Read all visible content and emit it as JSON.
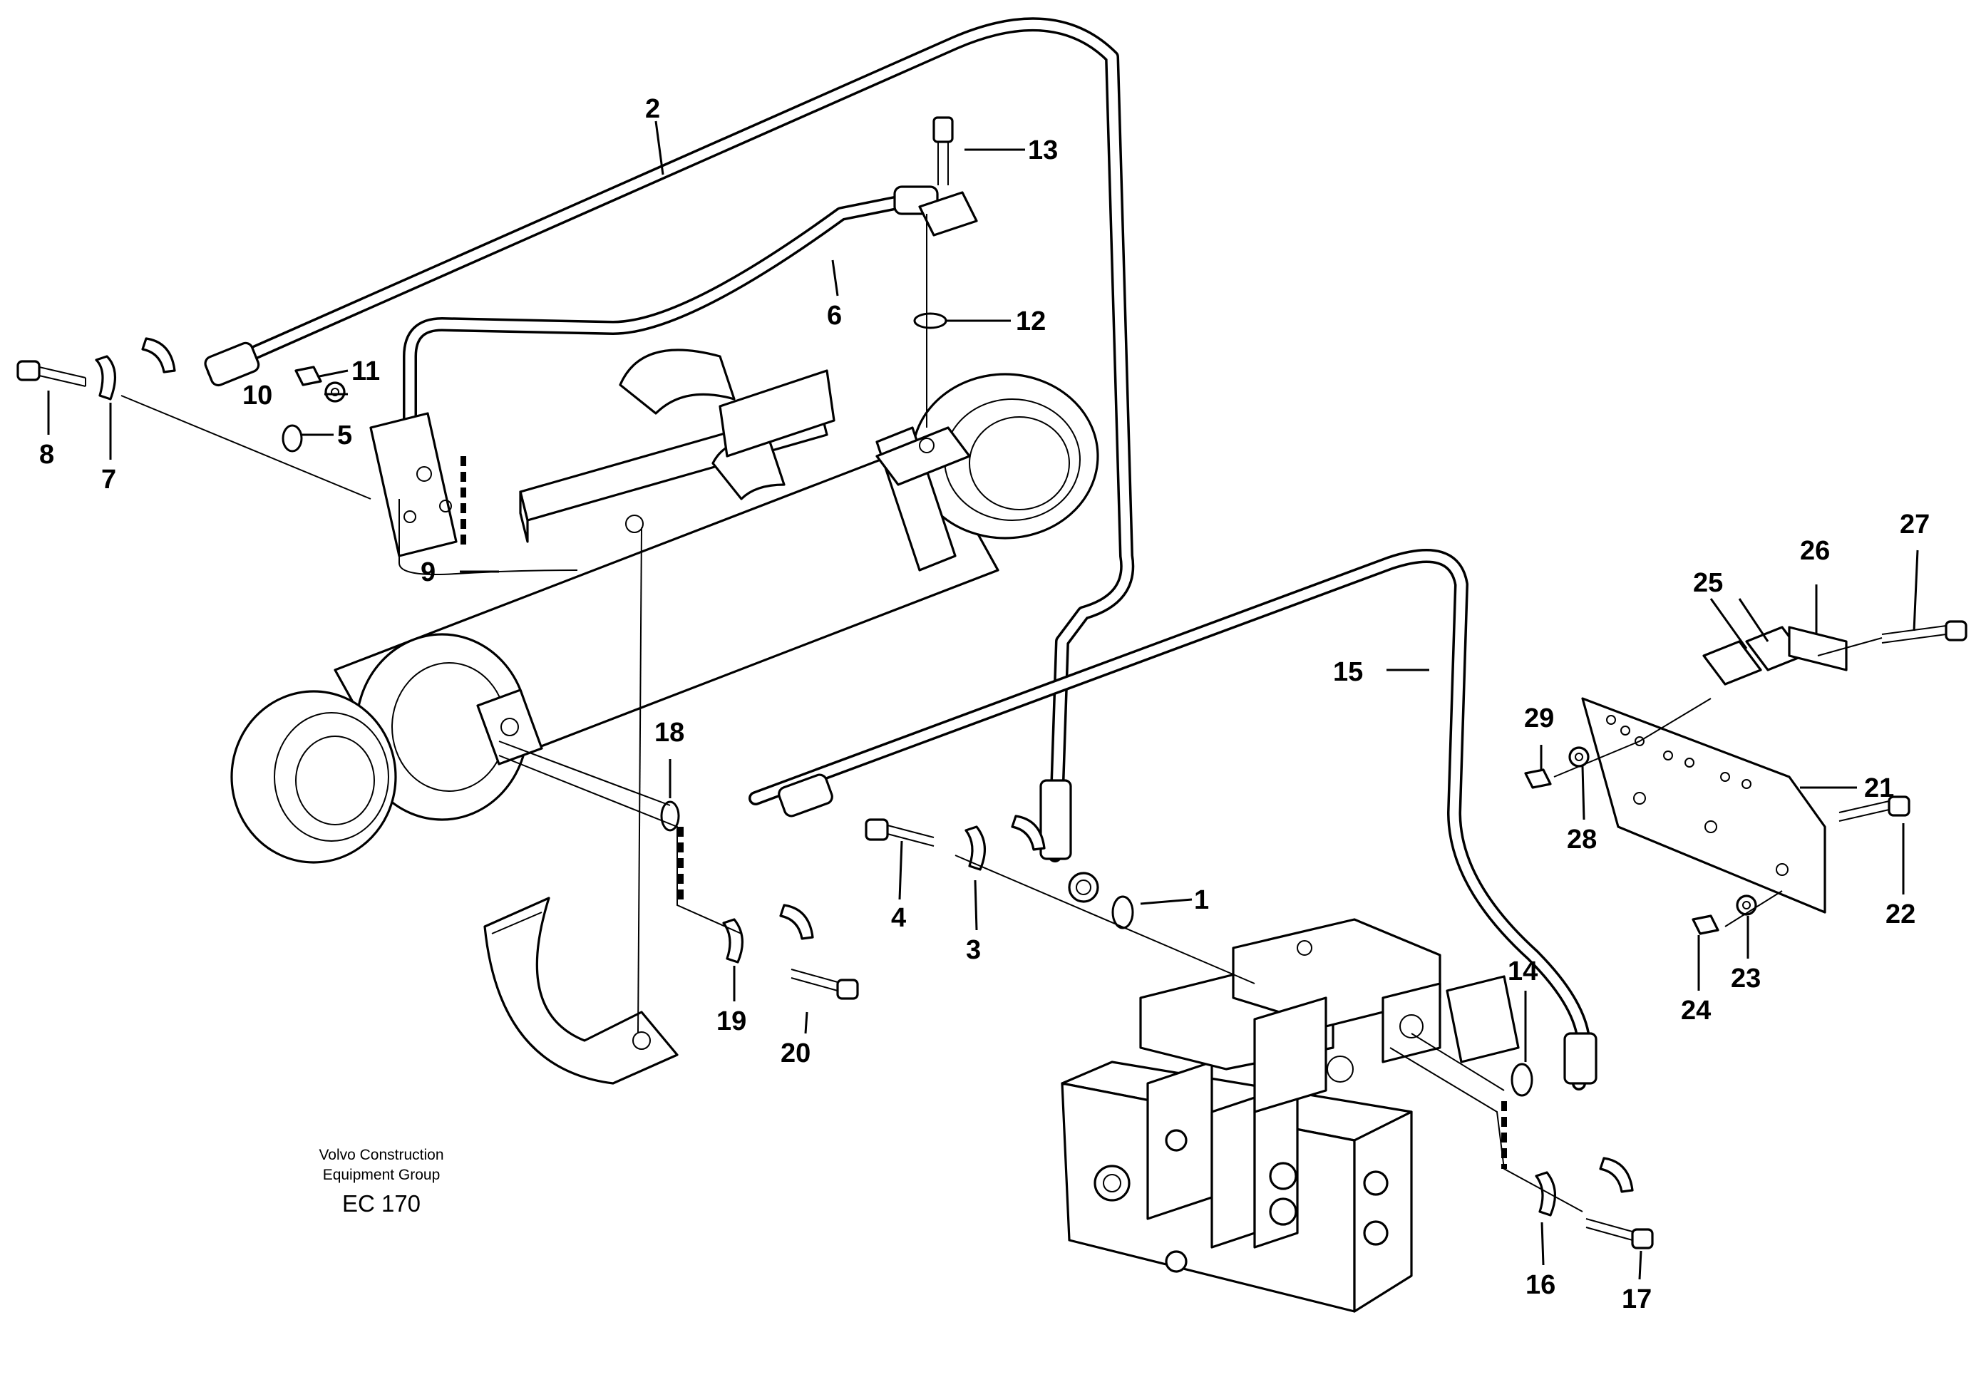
{
  "caption": {
    "line1": "Volvo Construction",
    "line2": "Equipment Group",
    "code": "EC 170"
  },
  "callouts": [
    {
      "id": "1",
      "text": "1"
    },
    {
      "id": "2",
      "text": "2"
    },
    {
      "id": "3",
      "text": "3"
    },
    {
      "id": "4",
      "text": "4"
    },
    {
      "id": "5",
      "text": "5"
    },
    {
      "id": "6",
      "text": "6"
    },
    {
      "id": "7",
      "text": "7"
    },
    {
      "id": "8",
      "text": "8"
    },
    {
      "id": "9",
      "text": "9"
    },
    {
      "id": "10",
      "text": "10"
    },
    {
      "id": "11",
      "text": "11"
    },
    {
      "id": "12",
      "text": "12"
    },
    {
      "id": "13",
      "text": "13"
    },
    {
      "id": "14",
      "text": "14"
    },
    {
      "id": "15",
      "text": "15"
    },
    {
      "id": "16",
      "text": "16"
    },
    {
      "id": "17",
      "text": "17"
    },
    {
      "id": "18",
      "text": "18"
    },
    {
      "id": "19",
      "text": "19"
    },
    {
      "id": "20",
      "text": "20"
    },
    {
      "id": "21",
      "text": "21"
    },
    {
      "id": "22",
      "text": "22"
    },
    {
      "id": "23",
      "text": "23"
    },
    {
      "id": "24",
      "text": "24"
    },
    {
      "id": "25",
      "text": "25"
    },
    {
      "id": "26",
      "text": "26"
    },
    {
      "id": "27",
      "text": "27"
    },
    {
      "id": "28",
      "text": "28"
    },
    {
      "id": "29",
      "text": "29"
    }
  ]
}
